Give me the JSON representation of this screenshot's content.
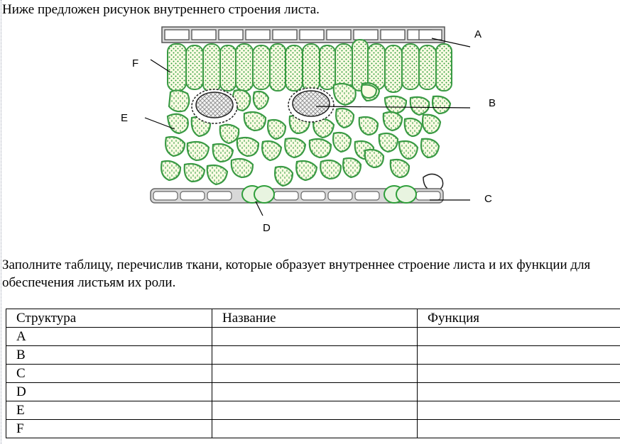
{
  "heading": "Ниже предложен рисунок внутреннего строения листа.",
  "figure": {
    "labels": {
      "a": "A",
      "b": "B",
      "c": "C",
      "d": "D",
      "e": "E",
      "f": "F"
    }
  },
  "instruction": "Заполните таблицу, перечислив ткани, которые образует внутреннее строение листа и их функции для обеспечения листьям их роли.",
  "table": {
    "headers": [
      "Структура",
      "Название",
      "Функция"
    ],
    "rows": [
      [
        "A",
        "",
        ""
      ],
      [
        "B",
        "",
        ""
      ],
      [
        "C",
        "",
        ""
      ],
      [
        "D",
        "",
        ""
      ],
      [
        "E",
        "",
        ""
      ],
      [
        "F",
        "",
        ""
      ]
    ]
  }
}
